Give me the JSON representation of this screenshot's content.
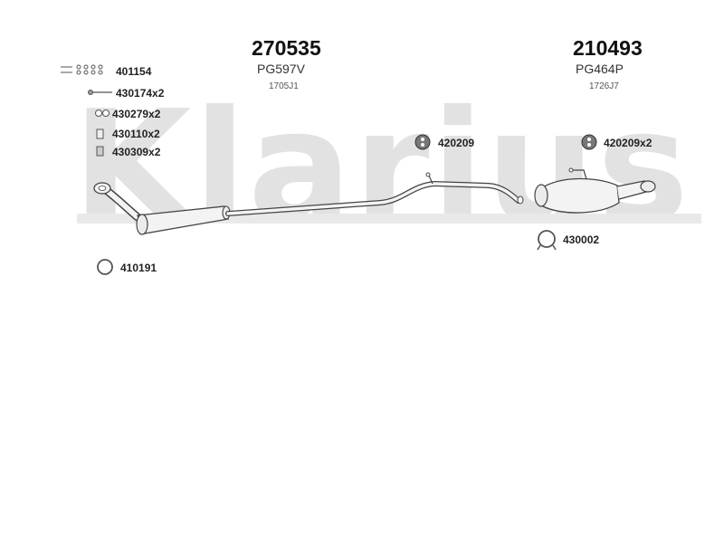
{
  "watermark": {
    "text": "Klarius"
  },
  "parts": [
    {
      "number": "270535",
      "ref": "PG597V",
      "code": "1705J1"
    },
    {
      "number": "210493",
      "ref": "PG464P",
      "code": "1726J7"
    }
  ],
  "fittings": [
    {
      "label": "401154",
      "icon": "bolts-icon"
    },
    {
      "label": "430174x2",
      "icon": "bolt-icon"
    },
    {
      "label": "430279x2",
      "icon": "nut-icon"
    },
    {
      "label": "430110x2",
      "icon": "washer-icon"
    },
    {
      "label": "430309x2",
      "icon": "stud-icon"
    },
    {
      "label": "410191",
      "icon": "gasket-ring-icon"
    },
    {
      "label": "420209",
      "icon": "rubber-mount-icon"
    },
    {
      "label": "420209x2",
      "icon": "rubber-mount-icon"
    },
    {
      "label": "430002",
      "icon": "clamp-icon"
    }
  ],
  "colors": {
    "pipe_fill": "#f3f3f3",
    "pipe_stroke": "#444444",
    "watermark": "#e2e2e2"
  }
}
